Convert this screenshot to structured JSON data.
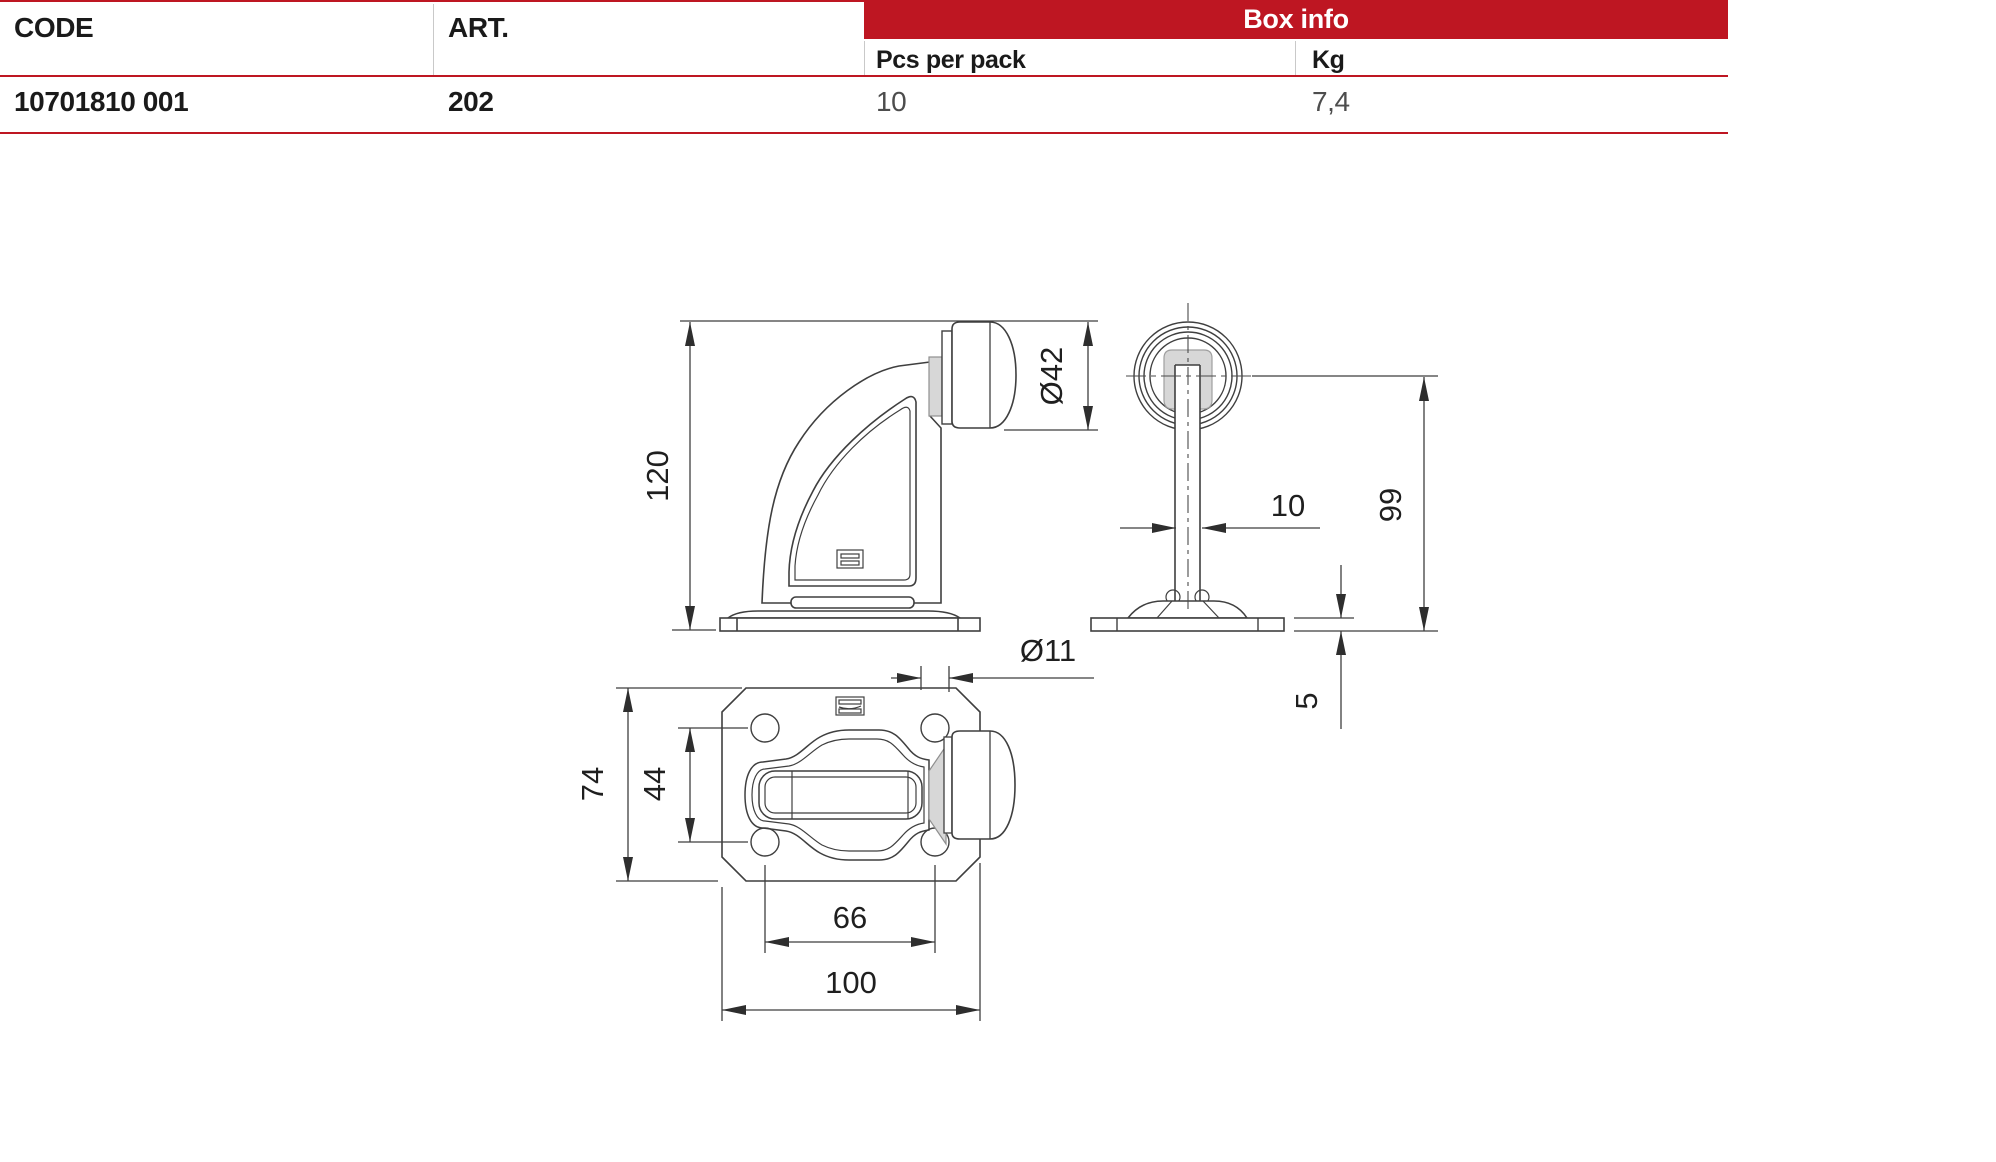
{
  "table": {
    "code_header": "CODE",
    "art_header": "ART.",
    "box_info_header": "Box info",
    "pcs_header": "Pcs per pack",
    "kg_header": "Kg",
    "row": {
      "code": "10701810 001",
      "art": "202",
      "pcs": "10",
      "kg": "7,4"
    }
  },
  "drawing": {
    "side_view": {
      "height": "120",
      "buffer_diameter": "Ø42"
    },
    "front_view": {
      "stem_width": "10",
      "total_height": "99",
      "plate_thickness": "5"
    },
    "top_view": {
      "hole_diameter": "Ø11",
      "plate_depth": "74",
      "hole_spacing_depth": "44",
      "hole_spacing_length": "66",
      "plate_length": "100"
    }
  },
  "colors": {
    "accent_red": "#be1622",
    "drawing_line": "#3f3f3f",
    "shade_gray": "#d7d7d7"
  }
}
